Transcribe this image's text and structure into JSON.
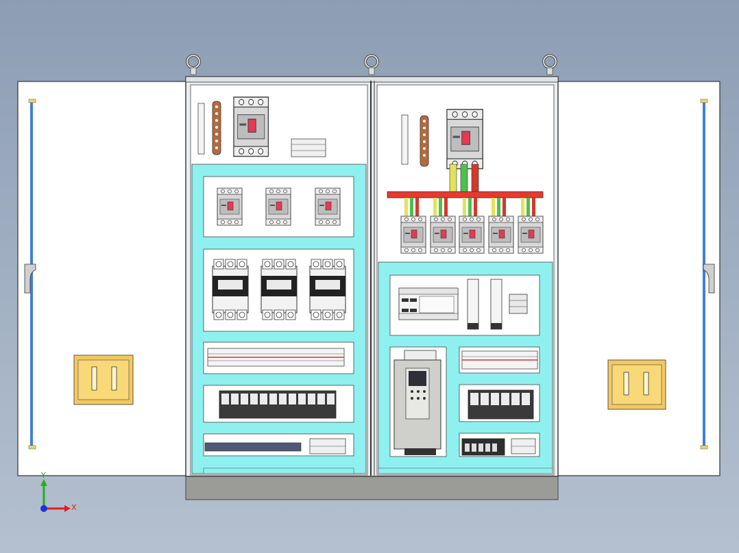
{
  "colors": {
    "background_top": "#8d9db3",
    "background_bottom": "#b4c0cf",
    "door": "#ffffff",
    "cabinet_frame": "#e9ecef",
    "mounting_rail": "#8ff0f0",
    "plinth": "#9b9b98",
    "busbar": "#e8392f",
    "copper_bar": "#b66a3c",
    "handle": "#f5c85a",
    "door_rod": "#3f7fd9",
    "breaker_body": "#d7d7d7",
    "breaker_toggle": "#e63a52",
    "axis_x": "#e02020",
    "axis_y": "#20b020",
    "axis_z": "#2030e0"
  },
  "icons": {
    "lifting_eye": "ring-bolt",
    "door_handle": "latch-handle",
    "breaker": "mccb",
    "contactor": "contactor",
    "vfd": "variable-frequency-drive",
    "plc": "plc-module",
    "orientation": "xyz-triad"
  },
  "view_axes": {
    "x_label": "X",
    "y_label": "Y"
  }
}
